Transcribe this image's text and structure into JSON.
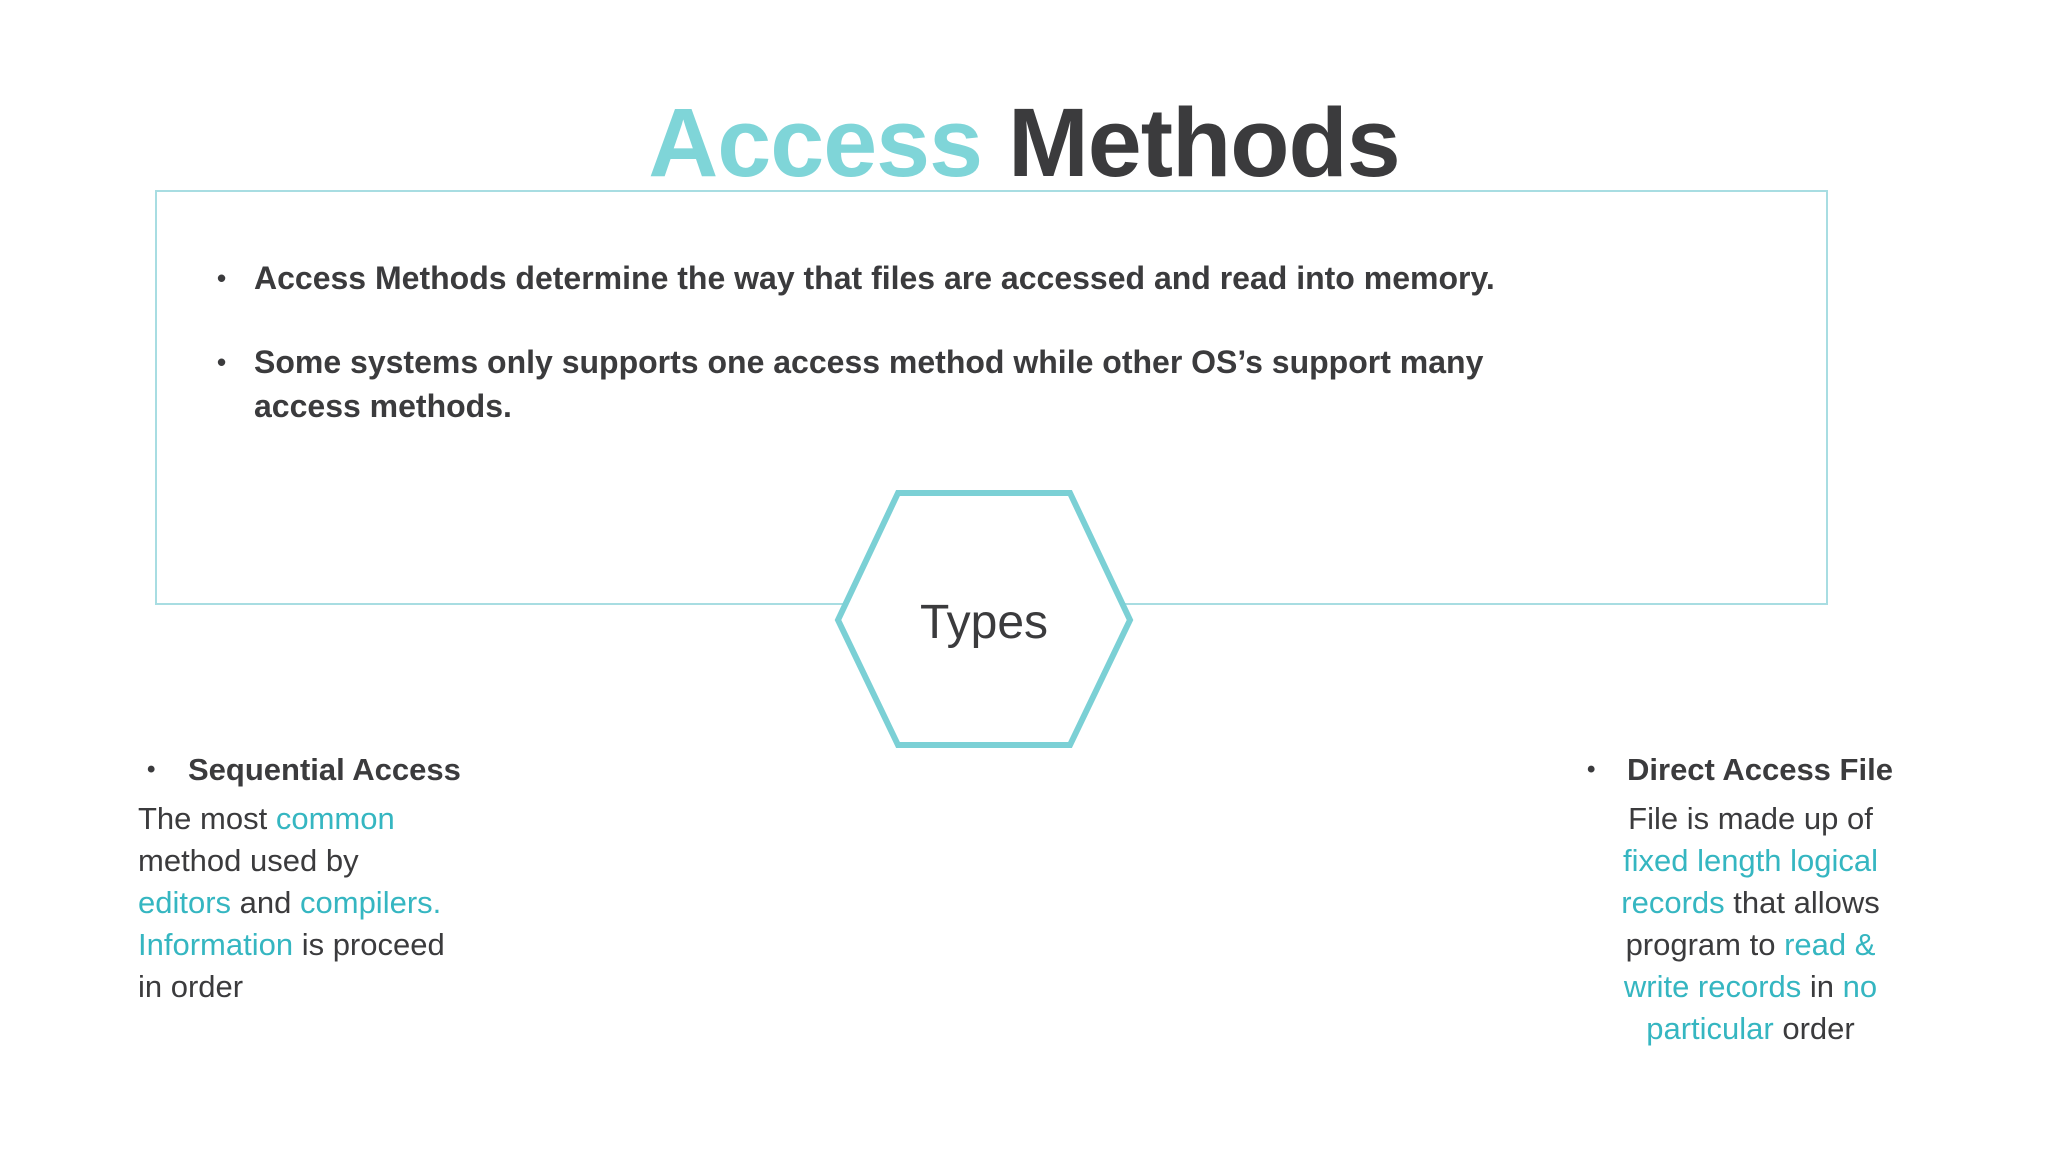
{
  "colors": {
    "title_accent_teal": "#7fd5d8",
    "emphasis_teal": "#35b6c1",
    "dark_text": "#3b3b3d",
    "box_border_teal": "#a8dde2",
    "hexagon_border_teal": "#7bd0d5"
  },
  "glyphs": {
    "bullet": "•"
  },
  "title": {
    "accent": "Access ",
    "rest": "Methods"
  },
  "info_box": {
    "bullets": [
      "Access Methods determine the way that files are accessed and read into memory.",
      "Some systems only supports one access method while other OS’s support many access methods."
    ]
  },
  "types_hexagon": {
    "label": "Types"
  },
  "left_column": {
    "heading": "Sequential Access",
    "lines": [
      [
        {
          "t": "The most ",
          "em": false
        },
        {
          "t": "common",
          "em": true
        }
      ],
      [
        {
          "t": "method used by",
          "em": false
        }
      ],
      [
        {
          "t": "editors",
          "em": true
        },
        {
          "t": " and ",
          "em": false
        },
        {
          "t": "compilers.",
          "em": true
        }
      ],
      [
        {
          "t": "Information",
          "em": true
        },
        {
          "t": " is proceed",
          "em": false
        }
      ],
      [
        {
          "t": "in order",
          "em": false
        }
      ]
    ]
  },
  "right_column": {
    "heading": "Direct Access File",
    "lines": [
      [
        {
          "t": "File is made up of",
          "em": false
        }
      ],
      [
        {
          "t": "fixed length logical",
          "em": true
        }
      ],
      [
        {
          "t": "records",
          "em": true
        },
        {
          "t": " that allows",
          "em": false
        }
      ],
      [
        {
          "t": "program to ",
          "em": false
        },
        {
          "t": "read &",
          "em": true
        }
      ],
      [
        {
          "t": "write records",
          "em": true
        },
        {
          "t": " in ",
          "em": false
        },
        {
          "t": "no",
          "em": true
        }
      ],
      [
        {
          "t": "particular",
          "em": true
        },
        {
          "t": " order",
          "em": false
        }
      ]
    ]
  }
}
